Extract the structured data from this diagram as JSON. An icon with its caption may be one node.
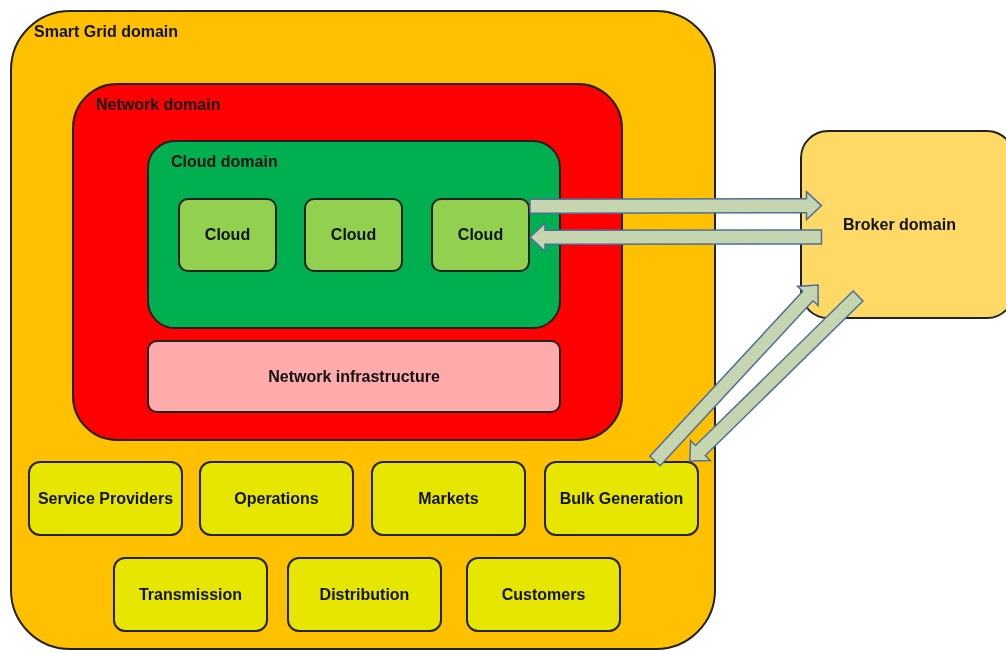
{
  "diagram": {
    "nodes": [
      {
        "text": [
          "Smart Grid domain"
        ]
      },
      {
        "text": [
          "Network domain"
        ],
        "in": 0
      },
      {
        "text": [
          "Cloud domain"
        ],
        "in": 1
      },
      {
        "text": [
          "Cloud"
        ],
        "in": 2
      },
      {
        "text": [
          "Cloud"
        ],
        "in": 2
      },
      {
        "text": [
          "Cloud"
        ],
        "in": 2
      },
      {
        "text": [
          "Network infrastructure"
        ],
        "in": 1
      },
      {
        "text": [
          "Service Providers"
        ],
        "in": 0
      },
      {
        "text": [
          "Operations"
        ],
        "in": 0
      },
      {
        "text": [
          "Markets"
        ],
        "in": 0
      },
      {
        "text": [
          "Bulk Generation"
        ],
        "in": 0
      },
      {
        "text": [
          "Transmission"
        ],
        "in": 0
      },
      {
        "text": [
          "Distribution"
        ],
        "in": 0
      },
      {
        "text": [
          "Customers"
        ],
        "in": 0
      },
      {
        "text": [
          "Broker domain"
        ]
      }
    ],
    "edges": [
      {
        "from": 5,
        "to": 14,
        "arrow": "to"
      },
      {
        "from": 14,
        "to": 5,
        "arrow": "to"
      },
      {
        "from": 10,
        "to": 14,
        "arrow": "to"
      },
      {
        "from": 14,
        "to": 10,
        "arrow": "to"
      }
    ]
  }
}
